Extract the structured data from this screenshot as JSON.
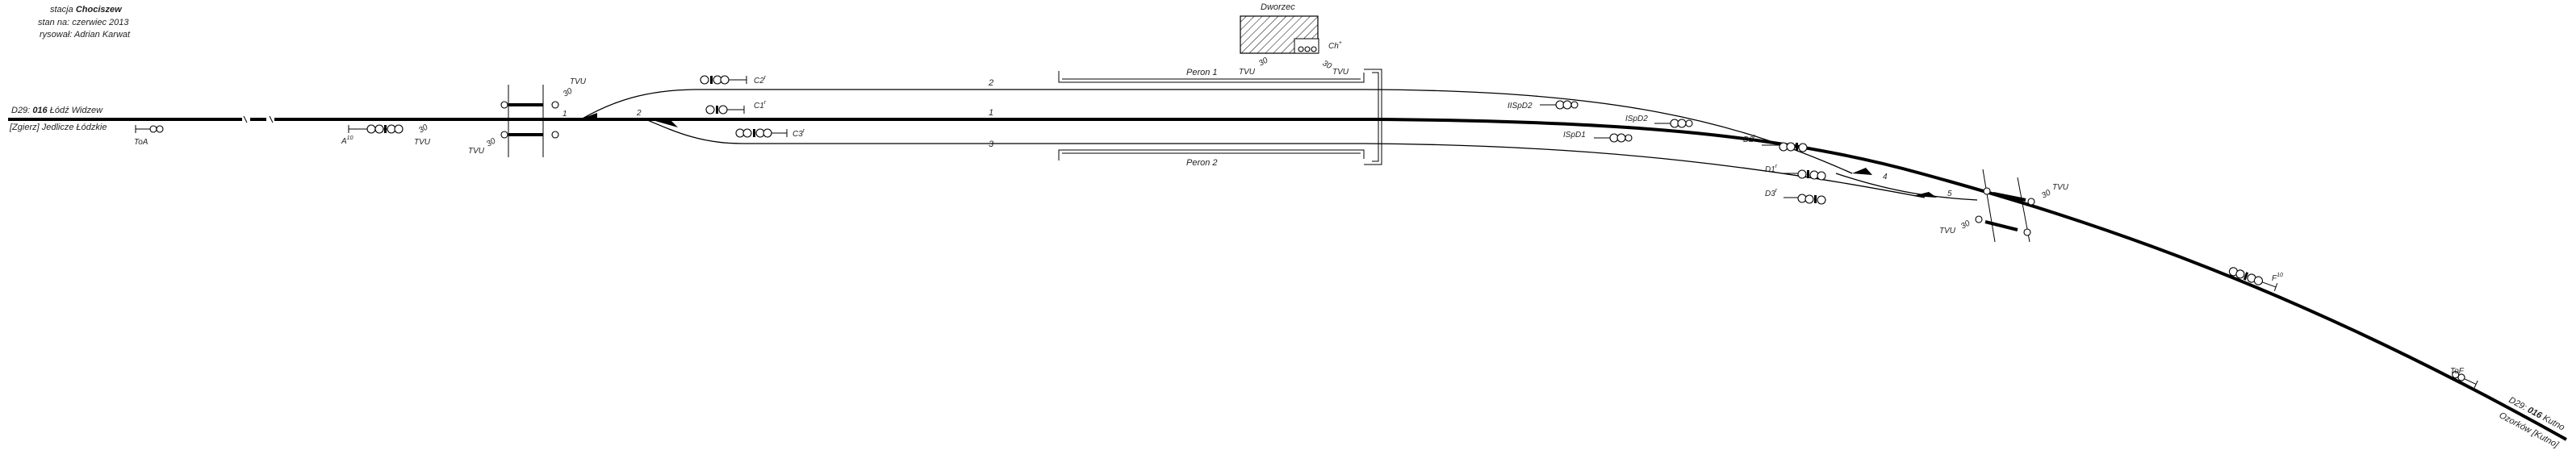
{
  "header": {
    "station_prefix": "stacja",
    "station_name": "Chociszew",
    "state_line": "stan na: czerwiec 2013",
    "drawn_by": "rysował: Adrian Karwat"
  },
  "lines": {
    "west_line_code": "D29:",
    "west_line_number": "016",
    "west_line_name": "Łódź Widzew",
    "west_neighbor": "[Zgierz] Jedlicze Łódzkie",
    "east_line_code": "D29:",
    "east_line_number": "016",
    "east_line_name": "Kutno",
    "east_neighbor": "Ozorków [Kutno]"
  },
  "station_building": {
    "label": "Dworzec",
    "signal_label": "Ch",
    "signal_sup": "+"
  },
  "tracks": {
    "track_2": "2",
    "track_1": "1",
    "track_3": "3"
  },
  "platforms": {
    "peron_1": "Peron 1",
    "peron_2": "Peron 2"
  },
  "switches": {
    "sw1": "1",
    "sw2": "2",
    "sw4": "4",
    "sw5": "5"
  },
  "signals": {
    "ToA": "ToA",
    "A": "A",
    "A_sup": "10",
    "C2": "C2",
    "C2_sup": "r",
    "C1": "C1",
    "C1_sup": "r",
    "C3": "C3",
    "C3_sup": "r",
    "IISpD2": "IISpD2",
    "ISpD2": "ISpD2",
    "ISpD1": "ISpD1",
    "D2": "D2",
    "D2_sup": "r",
    "D1": "D1",
    "D1_sup": "r",
    "D3": "D3",
    "D3_sup": "r",
    "F": "F",
    "F_sup": "10",
    "ToF": "ToF"
  },
  "tvu": {
    "west_upper": "TVU",
    "west_lower": "TVU",
    "west_a": "TVU",
    "platform_left": "TVU",
    "platform_right": "TVU",
    "east_upper": "TVU",
    "east_lower": "TVU",
    "kilometer_mark": "30"
  },
  "colors": {
    "ink": "#000000",
    "text": "#222222",
    "background": "#ffffff"
  }
}
